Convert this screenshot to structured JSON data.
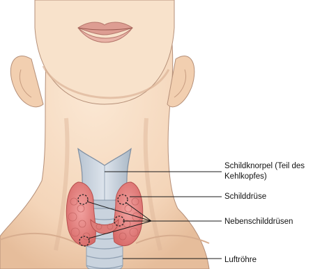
{
  "labels": [
    {
      "id": "larynx-cartilage",
      "lines": [
        "Schildknorpel (Teil des",
        "Kehlkopfes)"
      ]
    },
    {
      "id": "thyroid",
      "lines": [
        "Schilddrüse"
      ]
    },
    {
      "id": "parathyroids",
      "lines": [
        "Nebenschilddrüsen"
      ]
    },
    {
      "id": "trachea",
      "lines": [
        "Luftröhre"
      ]
    }
  ],
  "colors": {
    "skin": "#f6dcc2",
    "skin_shadow": "#e8bfa0",
    "outline": "#b58f78",
    "thyroid": "#e98a87",
    "thyroid_dark": "#c9605e",
    "cartilage": "#c9d3de",
    "cartilage_shade": "#a9b7c6",
    "leader_line": "#1a1a1a"
  },
  "icons": [
    "neck-illustration",
    "thyroid-gland",
    "parathyroid-marker"
  ]
}
